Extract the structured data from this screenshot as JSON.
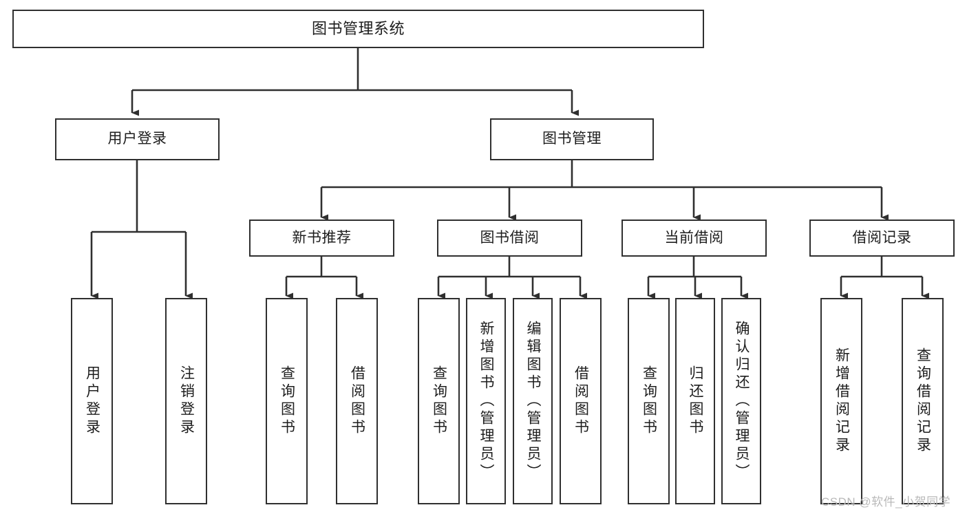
{
  "diagram": {
    "title": "图书管理系统",
    "type": "tree-hierarchy",
    "orientation": "top-down",
    "colors": {
      "box_border": "#2f2f2f",
      "box_fill": "#ffffff",
      "edge": "#2f2f2f",
      "text": "#1d1d1d",
      "watermark": "#b9b9b9",
      "background": "#ffffff"
    }
  },
  "watermark": {
    "text": "CSDN @软件_小贺同学"
  },
  "nodes": {
    "root": {
      "label": "图书管理系统"
    },
    "level1": [
      {
        "id": "user-login",
        "label": "用户登录"
      },
      {
        "id": "book-manage",
        "label": "图书管理"
      }
    ],
    "level2": [
      {
        "id": "new-book-rec",
        "label": "新书推荐"
      },
      {
        "id": "book-borrow",
        "label": "图书借阅"
      },
      {
        "id": "current-borrow",
        "label": "当前借阅"
      },
      {
        "id": "borrow-record",
        "label": "借阅记录"
      }
    ],
    "leaves": [
      {
        "id": "leaf-user-login",
        "label": "用户登录",
        "parent": "user-login"
      },
      {
        "id": "leaf-logout",
        "label": "注销登录",
        "parent": "user-login"
      },
      {
        "id": "leaf-query-book-1",
        "label": "查询图书",
        "parent": "new-book-rec"
      },
      {
        "id": "leaf-borrow-book-1",
        "label": "借阅图书",
        "parent": "new-book-rec"
      },
      {
        "id": "leaf-query-book-2",
        "label": "查询图书",
        "parent": "book-borrow"
      },
      {
        "id": "leaf-add-book",
        "label": "新增图书（管理员）",
        "parent": "book-borrow"
      },
      {
        "id": "leaf-edit-book",
        "label": "编辑图书（管理员）",
        "parent": "book-borrow"
      },
      {
        "id": "leaf-borrow-book-2",
        "label": "借阅图书",
        "parent": "book-borrow"
      },
      {
        "id": "leaf-query-book-3",
        "label": "查询图书",
        "parent": "current-borrow"
      },
      {
        "id": "leaf-return-book",
        "label": "归还图书",
        "parent": "current-borrow"
      },
      {
        "id": "leaf-confirm-return",
        "label": "确认归还（管理员）",
        "parent": "current-borrow"
      },
      {
        "id": "leaf-add-record",
        "label": "新增借阅记录",
        "parent": "borrow-record"
      },
      {
        "id": "leaf-query-record",
        "label": "查询借阅记录",
        "parent": "borrow-record"
      }
    ]
  }
}
